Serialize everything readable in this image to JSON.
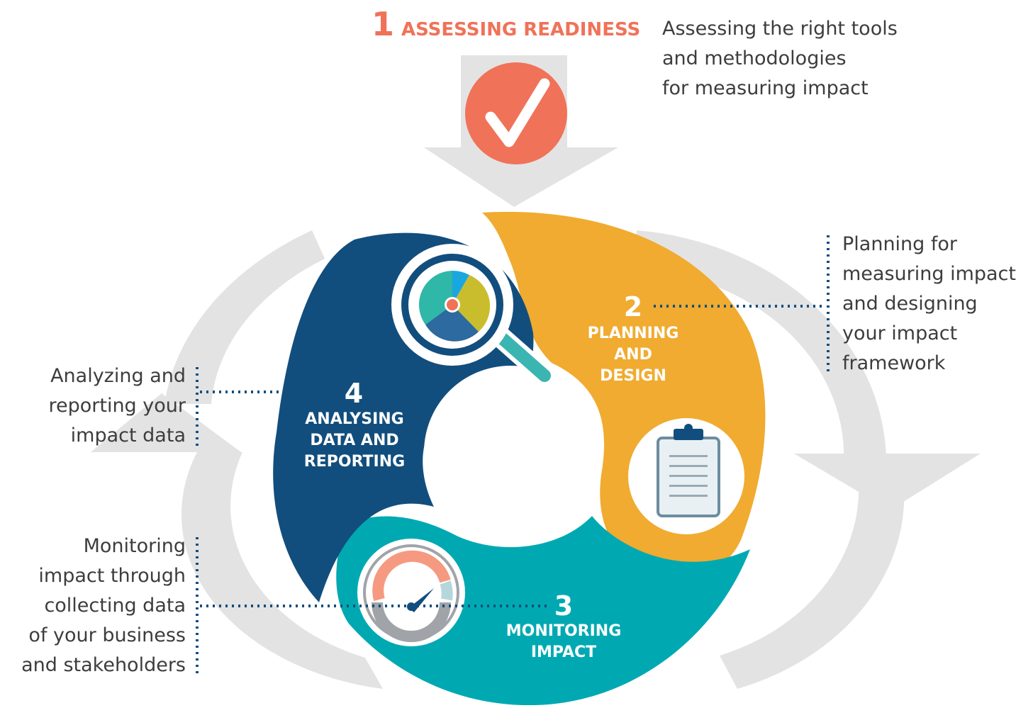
{
  "steps": [
    {
      "number": "1",
      "title": [
        "ASSESSING READINESS"
      ],
      "description": [
        "Assessing the right tools",
        "and methodologies",
        "for measuring impact"
      ],
      "color": "#f07258",
      "icon": "checkmark-icon"
    },
    {
      "number": "2",
      "title": [
        "PLANNING",
        "AND",
        "DESIGN"
      ],
      "description": [
        "Planning for",
        "measuring impact",
        "and designing",
        "your impact",
        "framework"
      ],
      "color": "#f0ab30",
      "icon": "clipboard-icon"
    },
    {
      "number": "3",
      "title": [
        "MONITORING",
        "IMPACT"
      ],
      "description": [
        "Monitoring",
        "impact through",
        "collecting data",
        "of your business",
        "and stakeholders"
      ],
      "color": "#00a9b2",
      "icon": "gauge-icon"
    },
    {
      "number": "4",
      "title": [
        "ANALYSING",
        "DATA AND",
        "REPORTING"
      ],
      "description": [
        "Analyzing and",
        "reporting your",
        "impact data"
      ],
      "color": "#124e7d",
      "icon": "magnifier-chart-icon"
    }
  ],
  "colors": {
    "grey_arrows": "#e3e3e3",
    "connector": "#124e7d",
    "text": "#3d3d3d"
  }
}
